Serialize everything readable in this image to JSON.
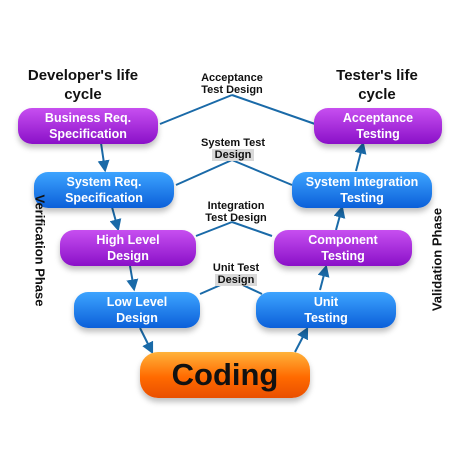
{
  "headings": {
    "developer": [
      "Developer's life",
      "cycle"
    ],
    "tester": [
      "Tester's life",
      "cycle"
    ]
  },
  "left_steps": [
    [
      "Business Req.",
      "Specification"
    ],
    [
      "System Req.",
      "Specification"
    ],
    [
      "High Level",
      "Design"
    ],
    [
      "Low Level",
      "Design"
    ]
  ],
  "right_steps": [
    [
      "Acceptance",
      "Testing"
    ],
    [
      "System Integration",
      "Testing"
    ],
    [
      "Component",
      "Testing"
    ],
    [
      "Unit",
      "Testing"
    ]
  ],
  "center": "Coding",
  "connector_labels": [
    [
      "Acceptance",
      "Test Design"
    ],
    [
      "System Test",
      "Design"
    ],
    [
      "Integration",
      "Test Design"
    ],
    [
      "Unit Test",
      "Design"
    ]
  ],
  "phases": {
    "left": "Verification Phase",
    "right": "Validation Phase"
  },
  "colors": {
    "arrow": "#1a6aa8",
    "purple": "#a62be0",
    "blue": "#1f7cf0",
    "orange": "#ff7a00"
  }
}
